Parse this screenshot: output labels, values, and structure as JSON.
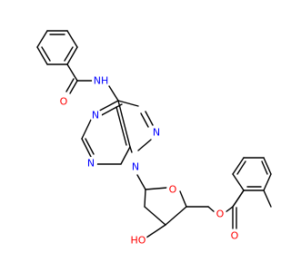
{
  "diagram": {
    "type": "chemical-structure",
    "colors": {
      "bond": "#000000",
      "carbon": "#000000",
      "nitrogen": "#0000ff",
      "oxygen": "#ff0000",
      "background": "#ffffff"
    },
    "atoms": {
      "amide_o": {
        "text": "O",
        "element": "oxygen"
      },
      "amide_nh": {
        "text": "NH",
        "element": "nitrogen"
      },
      "n1": {
        "text": "N",
        "element": "nitrogen"
      },
      "n3": {
        "text": "N",
        "element": "nitrogen"
      },
      "n7": {
        "text": "N",
        "element": "nitrogen"
      },
      "n9": {
        "text": "N",
        "element": "nitrogen"
      },
      "ring_o": {
        "text": "O",
        "element": "oxygen"
      },
      "ester_o": {
        "text": "O",
        "element": "oxygen"
      },
      "carbonyl_o": {
        "text": "O",
        "element": "oxygen"
      },
      "hydroxyl": {
        "text": "HO",
        "element": "oxygen"
      }
    }
  }
}
